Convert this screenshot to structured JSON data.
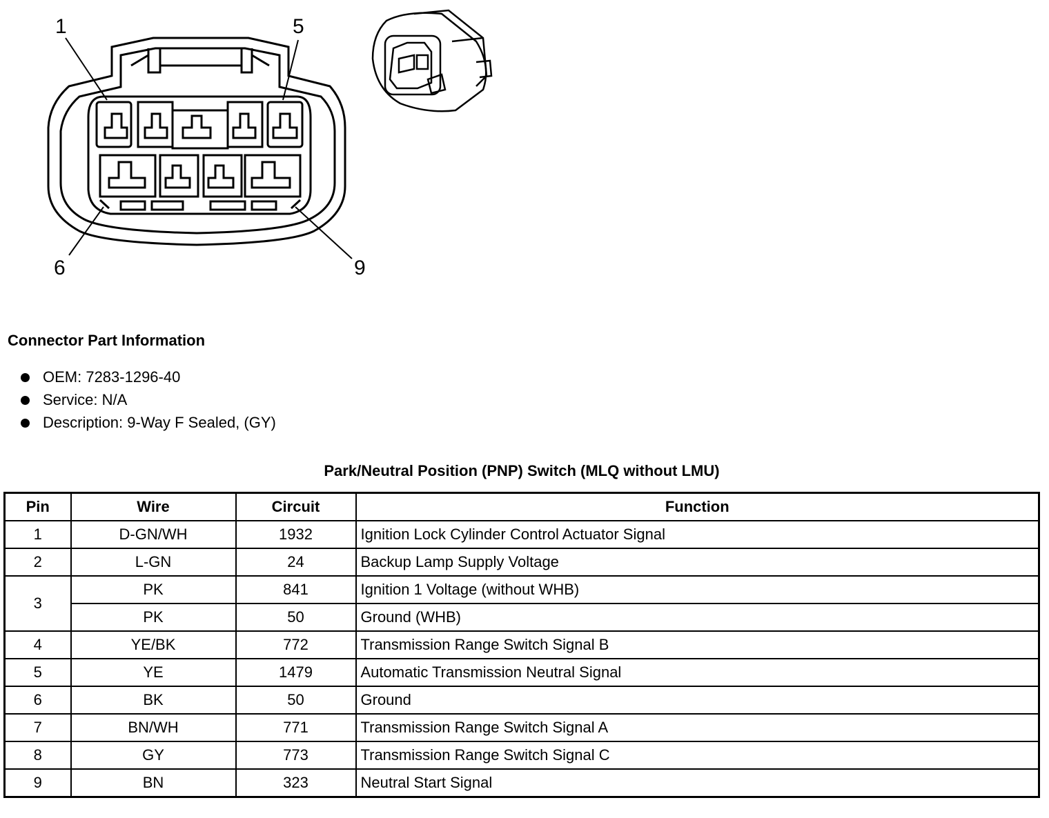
{
  "connector": {
    "pin_labels": [
      "1",
      "5",
      "6",
      "9"
    ]
  },
  "part_info": {
    "title": "Connector Part Information",
    "items": [
      "OEM: 7283-1296-40",
      "Service: N/A",
      "Description: 9-Way F Sealed, (GY)"
    ]
  },
  "table": {
    "title": "Park/Neutral Position (PNP) Switch (MLQ without LMU)",
    "headers": [
      "Pin",
      "Wire",
      "Circuit",
      "Function"
    ],
    "rows": [
      {
        "pin": "1",
        "wire": "D-GN/WH",
        "circuit": "1932",
        "function": "Ignition Lock Cylinder Control Actuator Signal"
      },
      {
        "pin": "2",
        "wire": "L-GN",
        "circuit": "24",
        "function": "Backup Lamp Supply Voltage"
      },
      {
        "pin": "3",
        "wire": "PK",
        "circuit": "841",
        "function": "Ignition 1 Voltage (without WHB)"
      },
      {
        "pin": "",
        "wire": "PK",
        "circuit": "50",
        "function": "Ground (WHB)"
      },
      {
        "pin": "4",
        "wire": "YE/BK",
        "circuit": "772",
        "function": "Transmission Range Switch Signal B"
      },
      {
        "pin": "5",
        "wire": "YE",
        "circuit": "1479",
        "function": "Automatic Transmission Neutral Signal"
      },
      {
        "pin": "6",
        "wire": "BK",
        "circuit": "50",
        "function": "Ground"
      },
      {
        "pin": "7",
        "wire": "BN/WH",
        "circuit": "771",
        "function": "Transmission Range Switch Signal A"
      },
      {
        "pin": "8",
        "wire": "GY",
        "circuit": "773",
        "function": "Transmission Range Switch Signal C"
      },
      {
        "pin": "9",
        "wire": "BN",
        "circuit": "323",
        "function": "Neutral Start Signal"
      }
    ]
  }
}
